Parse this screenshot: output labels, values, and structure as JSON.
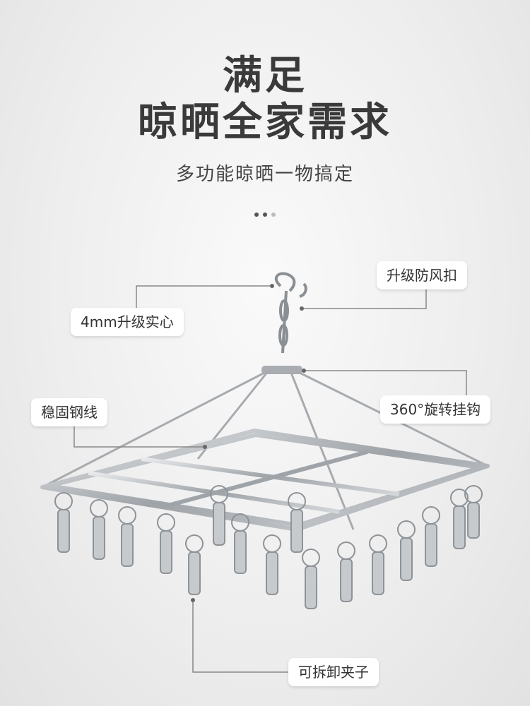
{
  "headline": {
    "line1": "满足",
    "line2": "晾晒全家需求"
  },
  "subtitle": "多功能晾晒一物搞定",
  "pagination": {
    "active_index": 1,
    "total": 3
  },
  "callouts": {
    "windproof": "升级防风扣",
    "solid_wire": "4mm升级实心",
    "steel_wire": "稳固钢线",
    "rotating_hook": "360°旋转挂钩",
    "removable_clips": "可拆卸夹子"
  },
  "colors": {
    "title": "#3a3a3a",
    "label_bg": "#ffffff",
    "leader_line": "#888888",
    "steel": "#b0b4b8"
  }
}
